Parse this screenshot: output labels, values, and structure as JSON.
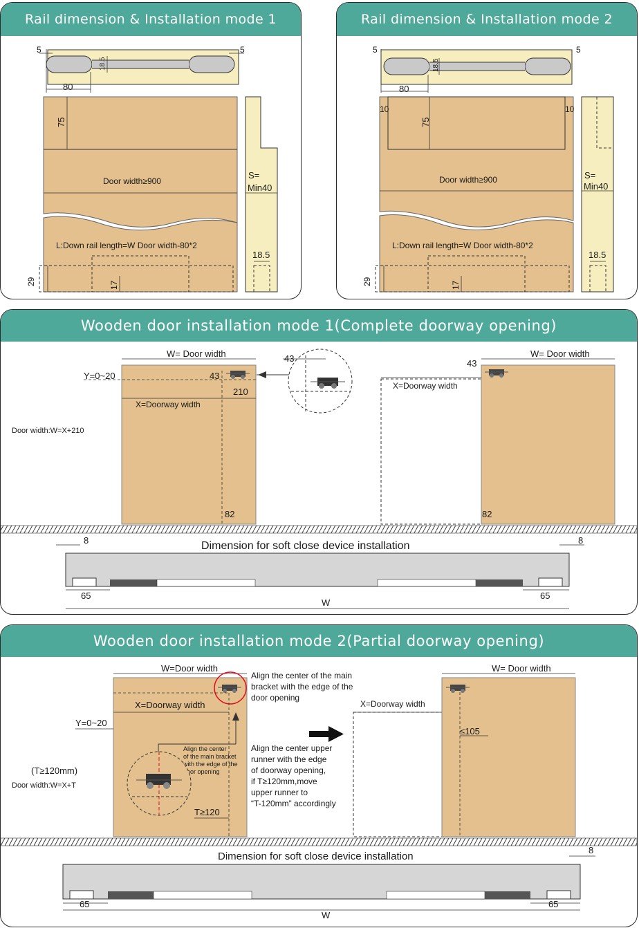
{
  "colors": {
    "header": "#4ea99a",
    "door": "#e3c08d",
    "rail": "#f6eebf",
    "slot": "#c9c9c9",
    "sideview": "#f6eebf"
  },
  "panel1": {
    "title": "Rail dimension & Installation mode 1",
    "dim_5_left": "5",
    "dim_5_right": "5",
    "dim_18_5": "18.5",
    "dim_80": "80",
    "dim_75": "75",
    "door_width": "Door width≥900",
    "s_label": "S=",
    "s_value": "Min40",
    "rail_length": "L:Down rail length=W Door width-80*2",
    "dim_29": "29",
    "dim_17": "17",
    "dim_18_5_b": "18.5"
  },
  "panel2": {
    "title": "Rail dimension & Installation mode 2",
    "dim_5_left": "5",
    "dim_5_right": "5",
    "dim_18_5": "18.5",
    "dim_80": "80",
    "dim_10_left": "10",
    "dim_10_right": "10",
    "dim_75": "75",
    "door_width": "Door width≥900",
    "s_label": "S=",
    "s_value": "Min40",
    "rail_length": "L:Down rail length=W Door width-80*2",
    "dim_29": "29",
    "dim_17": "17",
    "dim_18_5_b": "18.5"
  },
  "mode1": {
    "title": "Wooden door installation mode 1(Complete doorway opening)",
    "w_label": "W= Door width",
    "y_label": "Y=0~20",
    "dim_43": "43",
    "dim_210": "210",
    "x_label": "X=Doorway width",
    "dim_82": "82",
    "formula": "Door width:W=X+210",
    "detail_43": "43",
    "right_w_label": "W= Door width",
    "right_43": "43",
    "right_x_label": "X=Doorway width",
    "right_82": "82",
    "soft_close_title": "Dimension for soft close device installation",
    "dim_8_left": "8",
    "dim_8_right": "8",
    "dim_65_left": "65",
    "dim_65_right": "65",
    "dim_w": "W"
  },
  "mode2": {
    "title": "Wooden door installation mode 2(Partial doorway opening)",
    "w_label": "W=Door width",
    "align_note": [
      "Align the center of the main",
      "bracket with the edge of the",
      "door opening"
    ],
    "x_label": "X=Doorway width",
    "y_label": "Y=0~20",
    "inner_note": [
      "Align the center",
      "of the main bracket",
      "with the edge of the",
      "door opening"
    ],
    "t_label": "T≥120",
    "t_condition": "(T≥120mm)",
    "formula": "Door width:W=X+T",
    "runner_note": [
      "Align the center upper",
      "runner with the edge",
      "of doorway opening,",
      "if T≥120mm,move",
      "upper runner to",
      "“T-120mm” accordingly"
    ],
    "arrow_icon": "right-arrow",
    "right_w_label": "W= Door width",
    "right_x_label": "X=Doorway width",
    "right_105": "≤105",
    "soft_close_title": "Dimension for soft close device installation",
    "dim_8_right": "8",
    "dim_65_left": "65",
    "dim_65_right": "65",
    "dim_w": "W"
  }
}
